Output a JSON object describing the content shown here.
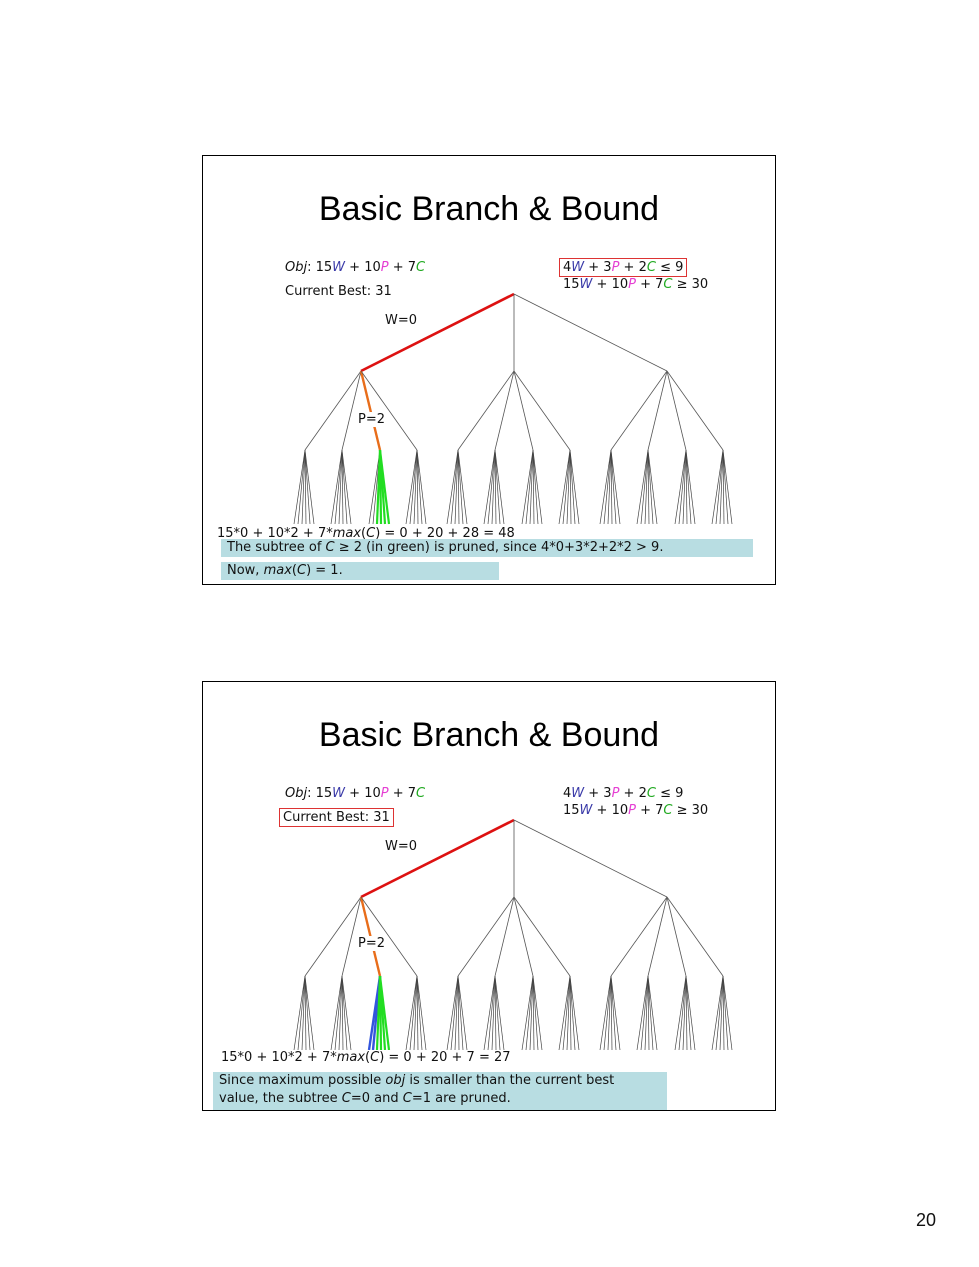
{
  "slides": [
    {
      "title": "Basic Branch & Bound",
      "obj": {
        "label": "Obj",
        "text": ": 15",
        "w": "W",
        "p1": " + 10",
        "p": "P",
        "c1": " + 7",
        "c": "C"
      },
      "current_best": "Current Best: 31",
      "constraint1": {
        "a": "4",
        "w": "W",
        "b": " + 3",
        "p": "P",
        "c": " + 2",
        "cv": "C",
        "d": " ≤ 9"
      },
      "constraint2": {
        "a": "15",
        "w": "W",
        "b": " + 10",
        "p": "P",
        "c": " + 7",
        "cv": "C",
        "d": " ≥ 30"
      },
      "edge_label_w": "W=0",
      "edge_label_p": "P=2",
      "calc": {
        "a": "15*0 + 10*2 + 7*",
        "m": "max",
        "b": "(",
        "c": "C",
        "d": ") = 0 + 20 + 28 = 48"
      },
      "note_line1": {
        "a": "The subtree of ",
        "c": "C",
        "b": " ≥ 2 (in green) is pruned, since 4*0+3*2+2*2 > 9."
      },
      "note_line2": {
        "a": "Now, ",
        "m": "max",
        "b": "(",
        "c": "C",
        "d": ") = 1."
      }
    },
    {
      "title": "Basic Branch & Bound",
      "obj": {
        "label": "Obj",
        "text": ": 15",
        "w": "W",
        "p1": " + 10",
        "p": "P",
        "c1": " + 7",
        "c": "C"
      },
      "current_best": "Current Best: 31",
      "constraint1": {
        "a": "4",
        "w": "W",
        "b": " + 3",
        "p": "P",
        "c": " + 2",
        "cv": "C",
        "d": " ≤ 9"
      },
      "constraint2": {
        "a": "15",
        "w": "W",
        "b": " + 10",
        "p": "P",
        "c": " + 7",
        "cv": "C",
        "d": " ≥ 30"
      },
      "edge_label_w": "W=0",
      "edge_label_p": "P=2",
      "calc": {
        "a": "15*0 + 10*2 + 7*",
        "m": "max",
        "b": "(",
        "c": "C",
        "d": ") = 0 + 20 + 7 = 27"
      },
      "note_line1": {
        "a": "Since maximum possible ",
        "o": "obj",
        "b": " is smaller than the current best"
      },
      "note_line2": {
        "a": "value, the subtree ",
        "c": "C",
        "b": "=0 and ",
        "c2": "C",
        "d": "=1 are pruned."
      }
    }
  ],
  "page_number": "20",
  "colors": {
    "W": "#3a3aa8",
    "P": "#e53fd3",
    "C": "#22aa22",
    "root_edge": "#dd1111",
    "p_edge": "#e86d1a",
    "pruned_green": "#22dd22",
    "pruned_blue": "#3355dd",
    "note_bg": "#b8dde2"
  }
}
